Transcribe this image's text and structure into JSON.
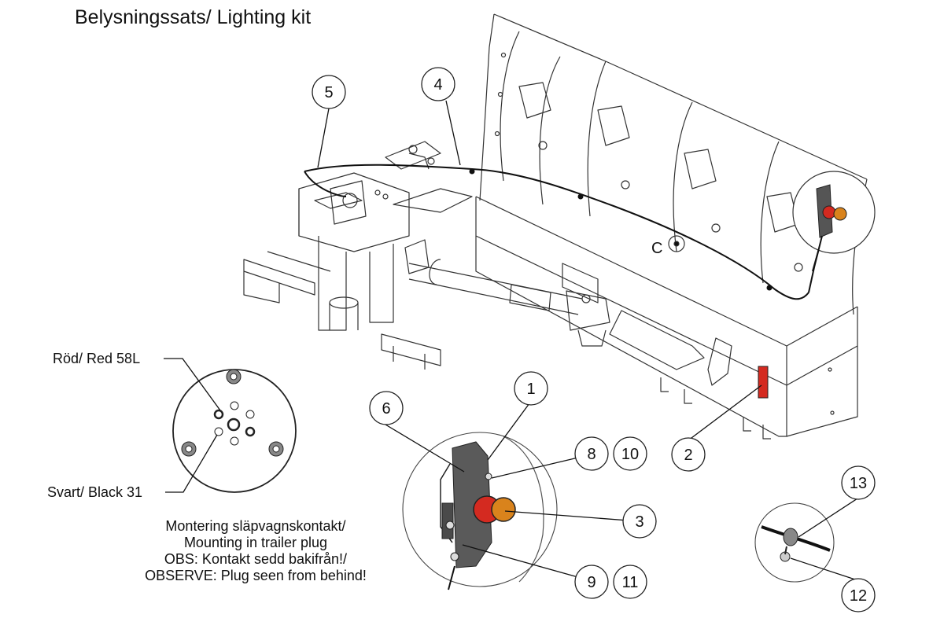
{
  "title": "Belysningssats/ Lighting kit",
  "callouts": [
    {
      "id": "c1",
      "number": "1"
    },
    {
      "id": "c2",
      "number": "2"
    },
    {
      "id": "c3",
      "number": "3"
    },
    {
      "id": "c4",
      "number": "4"
    },
    {
      "id": "c5",
      "number": "5"
    },
    {
      "id": "c6",
      "number": "6"
    },
    {
      "id": "c8",
      "number": "8"
    },
    {
      "id": "c9",
      "number": "9"
    },
    {
      "id": "c10",
      "number": "10"
    },
    {
      "id": "c11",
      "number": "11"
    },
    {
      "id": "c12",
      "number": "12"
    },
    {
      "id": "c13",
      "number": "13"
    }
  ],
  "point_label_c": "C",
  "plug": {
    "red_label": "Röd/ Red 58L",
    "black_label": "Svart/ Black 31"
  },
  "note": {
    "line1": "Montering släpvagnskontakt/",
    "line2": "Mounting in trailer plug",
    "line3": "OBS: Kontakt sedd bakifrån!/",
    "line4": "OBSERVE: Plug seen from behind!"
  },
  "colors": {
    "lamp_red": "#d42a20",
    "lamp_amber": "#d9831c",
    "bracket": "#5a5a5a",
    "line": "#222222"
  }
}
